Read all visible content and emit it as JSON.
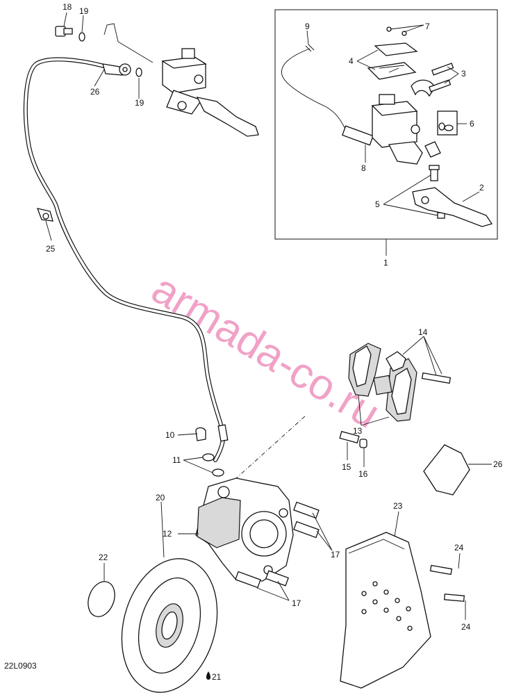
{
  "diagram": {
    "code": "22L0903",
    "watermark": "armada-co.ru",
    "callouts": [
      {
        "id": "c18",
        "text": "18"
      },
      {
        "id": "c19a",
        "text": "19"
      },
      {
        "id": "c26a",
        "text": "26"
      },
      {
        "id": "c19b",
        "text": "19"
      },
      {
        "id": "c9",
        "text": "9"
      },
      {
        "id": "c7",
        "text": "7"
      },
      {
        "id": "c4",
        "text": "4"
      },
      {
        "id": "c3",
        "text": "3"
      },
      {
        "id": "c6",
        "text": "6"
      },
      {
        "id": "c8",
        "text": "8"
      },
      {
        "id": "c2",
        "text": "2"
      },
      {
        "id": "c5",
        "text": "5"
      },
      {
        "id": "c1",
        "text": "1"
      },
      {
        "id": "c25",
        "text": "25"
      },
      {
        "id": "c14",
        "text": "14"
      },
      {
        "id": "c13",
        "text": "13"
      },
      {
        "id": "c10",
        "text": "10"
      },
      {
        "id": "c11",
        "text": "11"
      },
      {
        "id": "c15",
        "text": "15"
      },
      {
        "id": "c16",
        "text": "16"
      },
      {
        "id": "c26b",
        "text": "26"
      },
      {
        "id": "c12",
        "text": "12"
      },
      {
        "id": "c23",
        "text": "23"
      },
      {
        "id": "c22",
        "text": "22"
      },
      {
        "id": "c20",
        "text": "20"
      },
      {
        "id": "c17a",
        "text": "17"
      },
      {
        "id": "c24a",
        "text": "24"
      },
      {
        "id": "c17b",
        "text": "17"
      },
      {
        "id": "c24b",
        "text": "24"
      },
      {
        "id": "c21",
        "text": "21"
      }
    ]
  }
}
